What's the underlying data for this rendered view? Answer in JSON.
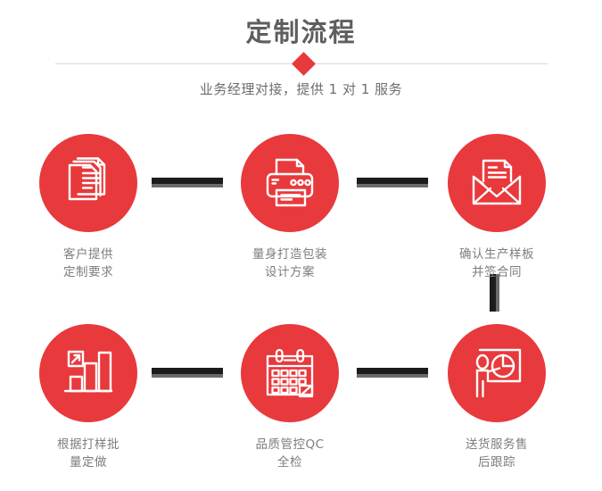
{
  "header": {
    "title": "定制流程",
    "subtitle": "业务经理对接，提供 1 对 1 服务",
    "divider_icon": "diamond-marker",
    "accent_color": "#e8393c",
    "title_color": "#5e5e5e",
    "divider_color": "#d9d9d9"
  },
  "flow": {
    "connector_color": "#1c1c1c",
    "connector_shadow_color": "#6b6b6b",
    "circle_color": "#e8393c",
    "label_color": "#7d7d7d",
    "steps": [
      {
        "index": "1",
        "icon": "documents-stack-icon",
        "label_line1": "客户提供",
        "label_line2": "定制要求"
      },
      {
        "index": "2",
        "icon": "printer-icon",
        "label_line1": "量身打造包装",
        "label_line2": "设计方案"
      },
      {
        "index": "3",
        "icon": "envelope-letter-icon",
        "label_line1": "确认生产样板",
        "label_line2": "并签合同"
      },
      {
        "index": "4",
        "icon": "bar-chart-growth-icon",
        "label_line1": "根据打样批",
        "label_line2": "量定做"
      },
      {
        "index": "5",
        "icon": "calendar-icon",
        "label_line1": "品质管控QC",
        "label_line2": "全检"
      },
      {
        "index": "6",
        "icon": "presentation-person-pie-chart-icon",
        "label_line1": "送货服务售",
        "label_line2": "后跟踪"
      }
    ],
    "connectors": [
      {
        "name": "connector-step1-step2",
        "orientation": "horizontal"
      },
      {
        "name": "connector-step2-step3",
        "orientation": "horizontal"
      },
      {
        "name": "connector-step3-step6",
        "orientation": "vertical"
      },
      {
        "name": "connector-step4-step5",
        "orientation": "horizontal"
      },
      {
        "name": "connector-step5-step6",
        "orientation": "horizontal"
      }
    ]
  }
}
